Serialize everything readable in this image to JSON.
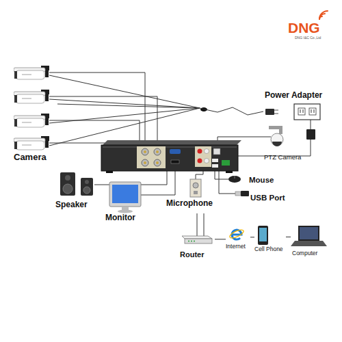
{
  "diagram": {
    "nodes": [
      {
        "text": [
          "Camera"
        ]
      },
      {
        "text": [
          "Power Adapter"
        ]
      },
      {
        "text": [
          "PTZ Camera"
        ]
      },
      {
        "text": [
          "Speaker"
        ]
      },
      {
        "text": [
          "Monitor"
        ]
      },
      {
        "text": [
          "Microphone"
        ]
      },
      {
        "text": [
          "Mouse"
        ]
      },
      {
        "text": [
          "USB Port"
        ]
      },
      {
        "text": [
          "Router"
        ]
      },
      {
        "text": [
          "Internet"
        ]
      },
      {
        "text": [
          "Cell Phone"
        ]
      },
      {
        "text": [
          "Computer"
        ]
      }
    ],
    "edges": [
      {
        "from": 0,
        "to": 1,
        "arrow": "none"
      },
      {
        "from": 8,
        "to": 9,
        "arrow": "none"
      },
      {
        "from": 9,
        "to": 10,
        "arrow": "none"
      },
      {
        "from": 10,
        "to": 11,
        "arrow": "none"
      }
    ],
    "labels": [
      "DNG",
      "DNG I&C Co.,Ltd"
    ]
  }
}
